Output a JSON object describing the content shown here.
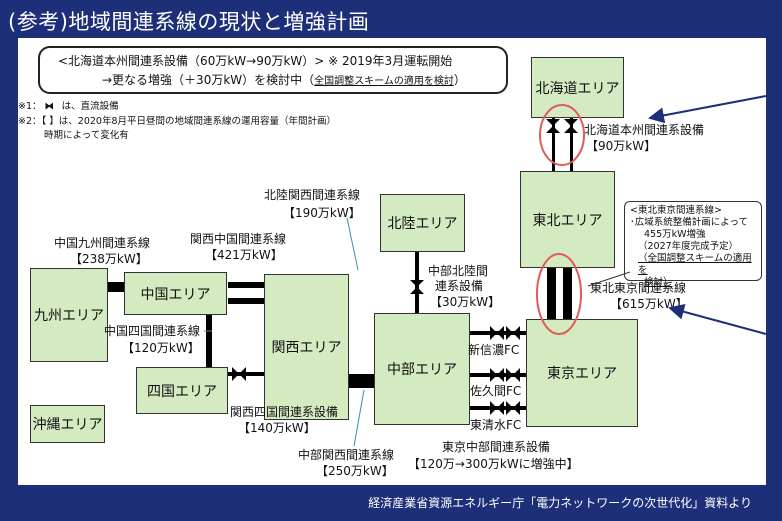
{
  "title": "(参考)地域間連系線の現状と増強計画",
  "note_box": {
    "line1": "<北海道本州間連系設備（60万kW→90万kW）> ※ 2019年3月運転開始",
    "line2_a": "→更なる増強（＋30万kW）を検討中（",
    "line2_u": "全国調整スキームの適用を検討",
    "line2_b": "）"
  },
  "footnotes": {
    "f1": "※1：",
    "f1b": "は、直流設備",
    "f2": "※2：【 】は、2020年8月平日昼間の地域間連系線の運用容量（年間計画）",
    "f3": "時期によって変化有"
  },
  "areas": {
    "hokkaido": "北海道エリア",
    "tohoku": "東北エリア",
    "hokuriku": "北陸エリア",
    "chugoku": "中国エリア",
    "kyushu": "九州エリア",
    "kansai": "関西エリア",
    "chubu": "中部エリア",
    "tokyo": "東京エリア",
    "shikoku": "四国エリア",
    "okinawa": "沖縄エリア"
  },
  "links": {
    "hokkaido_honshu": "北海道本州間連系設備",
    "hokkaido_honshu_cap": "【90万kW】",
    "hokuriku_kansai": "北陸関西間連系線",
    "hokuriku_kansai_cap": "【190万kW】",
    "chugoku_kyushu": "中国九州間連系線",
    "chugoku_kyushu_cap": "【238万kW】",
    "kansai_chugoku": "関西中国間連系線",
    "kansai_chugoku_cap": "【421万kW】",
    "chubu_hokuriku_1": "中部北陸間",
    "chubu_hokuriku_2": "連系設備",
    "chubu_hokuriku_cap": "【30万kW】",
    "chugoku_shikoku": "中国四国間連系線",
    "chugoku_shikoku_cap": "【120万kW】",
    "kansai_shikoku": "関西四国間連系設備",
    "kansai_shikoku_cap": "【140万kW】",
    "chubu_kansai": "中部関西間連系線",
    "chubu_kansai_cap": "【250万kW】",
    "tohoku_tokyo": "東北東京間連系線",
    "tohoku_tokyo_cap": "【615万kW】",
    "shinshinano": "新信濃FC",
    "sakuma": "佐久間FC",
    "higashishimizu": "東清水FC",
    "tokyo_chubu": "東京中部間連系設備",
    "tokyo_chubu_cap": "【120万→300万kWに増強中】"
  },
  "tohoku_box": {
    "l1": "<東北東京間連系線>",
    "l2": "･広域系統整備計画によって",
    "l3": "455万kW増強",
    "l4": "（2027年度完成予定）",
    "l5": "（全国調整スキームの適用を",
    "l6": "検討）"
  },
  "source": "経済産業省資源エネルギー庁「電力ネットワークの次世代化」資料より",
  "colors": {
    "background": "#1e2f7a",
    "area_fill": "#d4ebc2",
    "highlight": "#e05a5a",
    "arrow": "#1e2f7a"
  }
}
